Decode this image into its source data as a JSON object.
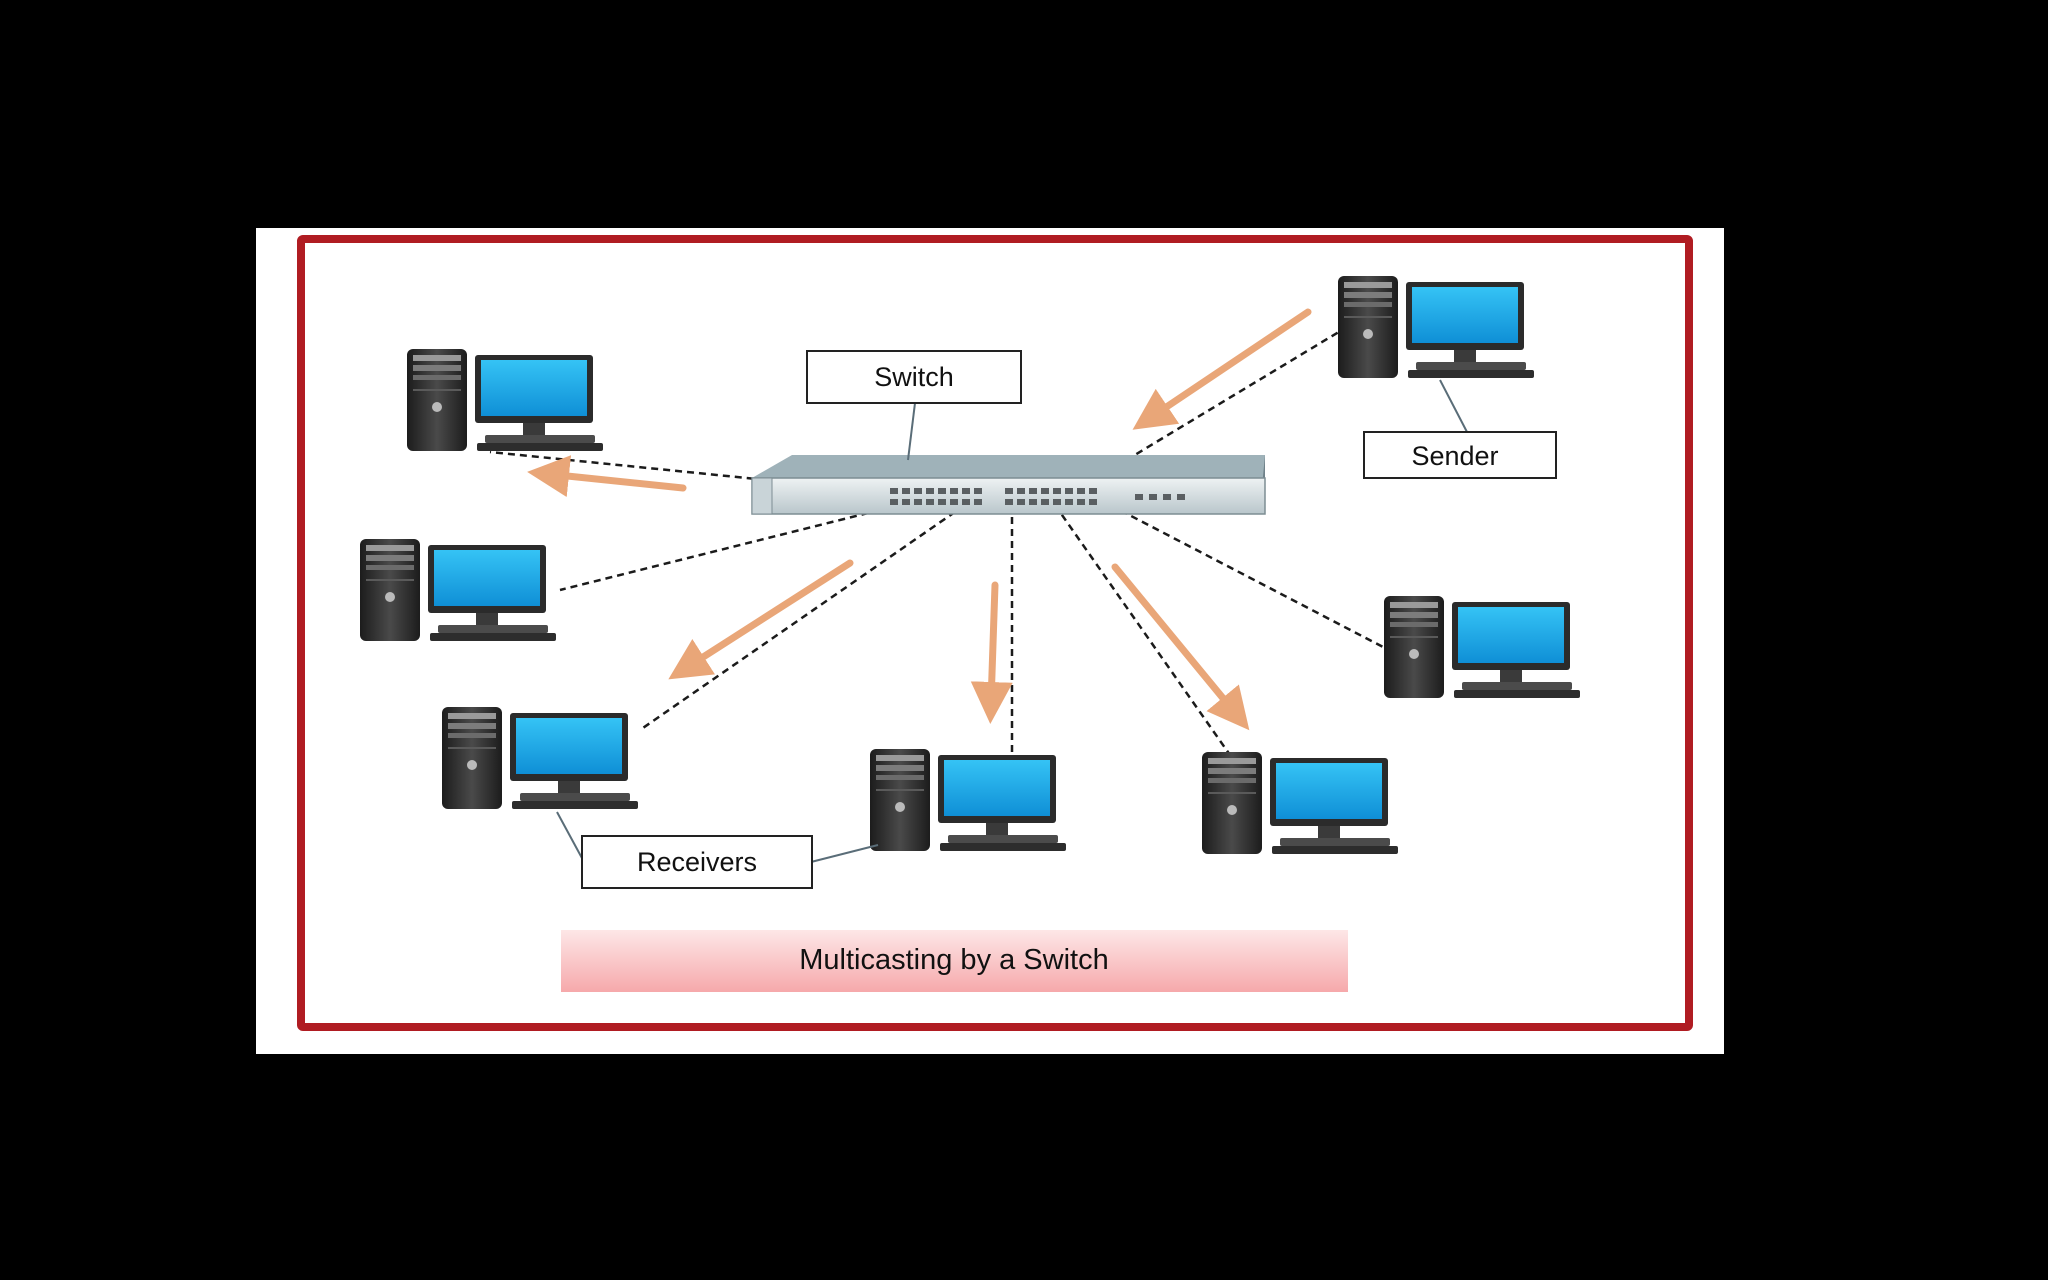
{
  "diagram": {
    "title": "Multicasting by a Switch",
    "labels": {
      "switch": "Switch",
      "sender": "Sender",
      "receivers": "Receivers"
    },
    "nodes": [
      {
        "id": "pc-top-left",
        "role": "receiver"
      },
      {
        "id": "pc-mid-left",
        "role": "host"
      },
      {
        "id": "pc-lower-left",
        "role": "receiver"
      },
      {
        "id": "pc-bottom-center",
        "role": "receiver"
      },
      {
        "id": "pc-bottom-right",
        "role": "receiver"
      },
      {
        "id": "pc-right",
        "role": "host"
      },
      {
        "id": "pc-top-right",
        "role": "sender"
      }
    ],
    "icons": {
      "computer": "desktop-computer-icon",
      "switch": "network-switch-icon",
      "arrow": "data-flow-arrow"
    },
    "colors": {
      "page_background": "#000000",
      "panel_background": "#ffffff",
      "frame": "#b01c22",
      "arrow": "#e9a678",
      "link": "#1b1b1b",
      "monitor_screen": "#1aa5e6",
      "switch_body": "#8a9ea6",
      "title_band_from": "#f6a9ab",
      "title_band_to": "#fde7e7"
    }
  }
}
